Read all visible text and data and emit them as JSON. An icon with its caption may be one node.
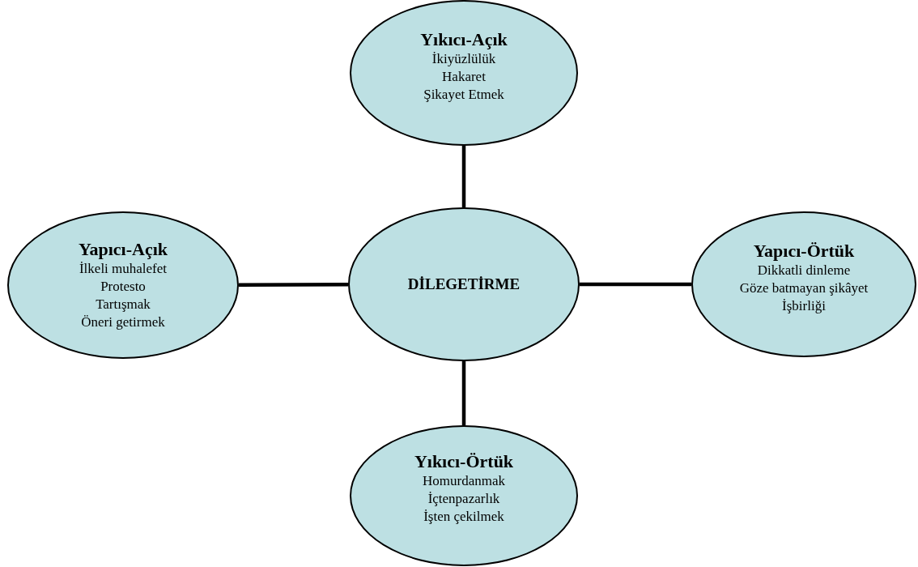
{
  "diagram": {
    "nodes": [
      {
        "text": [
          "DİLEGETİRME"
        ]
      },
      {
        "text": [
          "Yıkıcı-Açık",
          "İkiyüzlülük",
          "Hakaret",
          "Şikayet Etmek"
        ]
      },
      {
        "text": [
          "Yapıcı-Açık",
          "İlkeli muhalefet",
          "Protesto",
          "Tartışmak",
          "Öneri getirmek"
        ]
      },
      {
        "text": [
          "Yapıcı-Örtük",
          "Dikkatli dinleme",
          "Göze batmayan şikâyet",
          "İşbirliği"
        ]
      },
      {
        "text": [
          "Yıkıcı-Örtük",
          "Homurdanmak",
          "İçtenpazarlık",
          "İşten çekilmek"
        ]
      }
    ],
    "edges": [
      {
        "from": 0,
        "to": 1,
        "arrow": "none"
      },
      {
        "from": 0,
        "to": 2,
        "arrow": "none"
      },
      {
        "from": 0,
        "to": 3,
        "arrow": "none"
      },
      {
        "from": 0,
        "to": 4,
        "arrow": "none"
      }
    ]
  }
}
